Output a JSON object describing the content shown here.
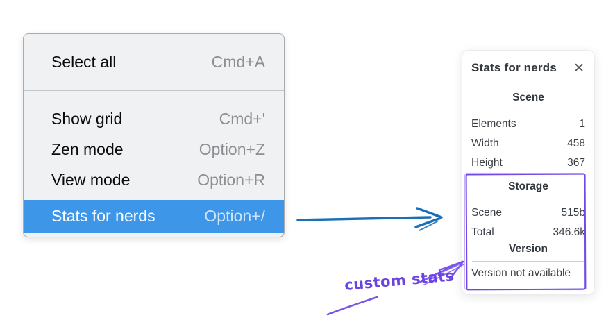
{
  "context_menu": {
    "items": [
      {
        "label": "Select all",
        "shortcut": "Cmd+A",
        "selected": false
      },
      {
        "label": "Show grid",
        "shortcut": "Cmd+'",
        "selected": false
      },
      {
        "label": "Zen mode",
        "shortcut": "Option+Z",
        "selected": false
      },
      {
        "label": "View mode",
        "shortcut": "Option+R",
        "selected": false
      },
      {
        "label": "Stats for nerds",
        "shortcut": "Option+/",
        "selected": true
      }
    ]
  },
  "stats_panel": {
    "title": "Stats for nerds",
    "close_icon": "✕",
    "sections": [
      {
        "heading": "Scene",
        "rows": [
          {
            "label": "Elements",
            "value": "1"
          },
          {
            "label": "Width",
            "value": "458"
          },
          {
            "label": "Height",
            "value": "367"
          }
        ]
      },
      {
        "heading": "Storage",
        "rows": [
          {
            "label": "Scene",
            "value": "515b"
          },
          {
            "label": "Total",
            "value": "346.6k"
          }
        ],
        "highlighted": true
      },
      {
        "heading": "Version",
        "note": "Version not available",
        "highlighted": true
      }
    ]
  },
  "annotations": {
    "custom_stats_label": "custom stats"
  },
  "colors": {
    "menu_background": "#f0f1f2",
    "menu_highlight": "#3e96e9",
    "connector_arrow_blue": "#1a6fb8",
    "annotation_purple": "#7249e5",
    "panel_text": "#3b4046"
  }
}
